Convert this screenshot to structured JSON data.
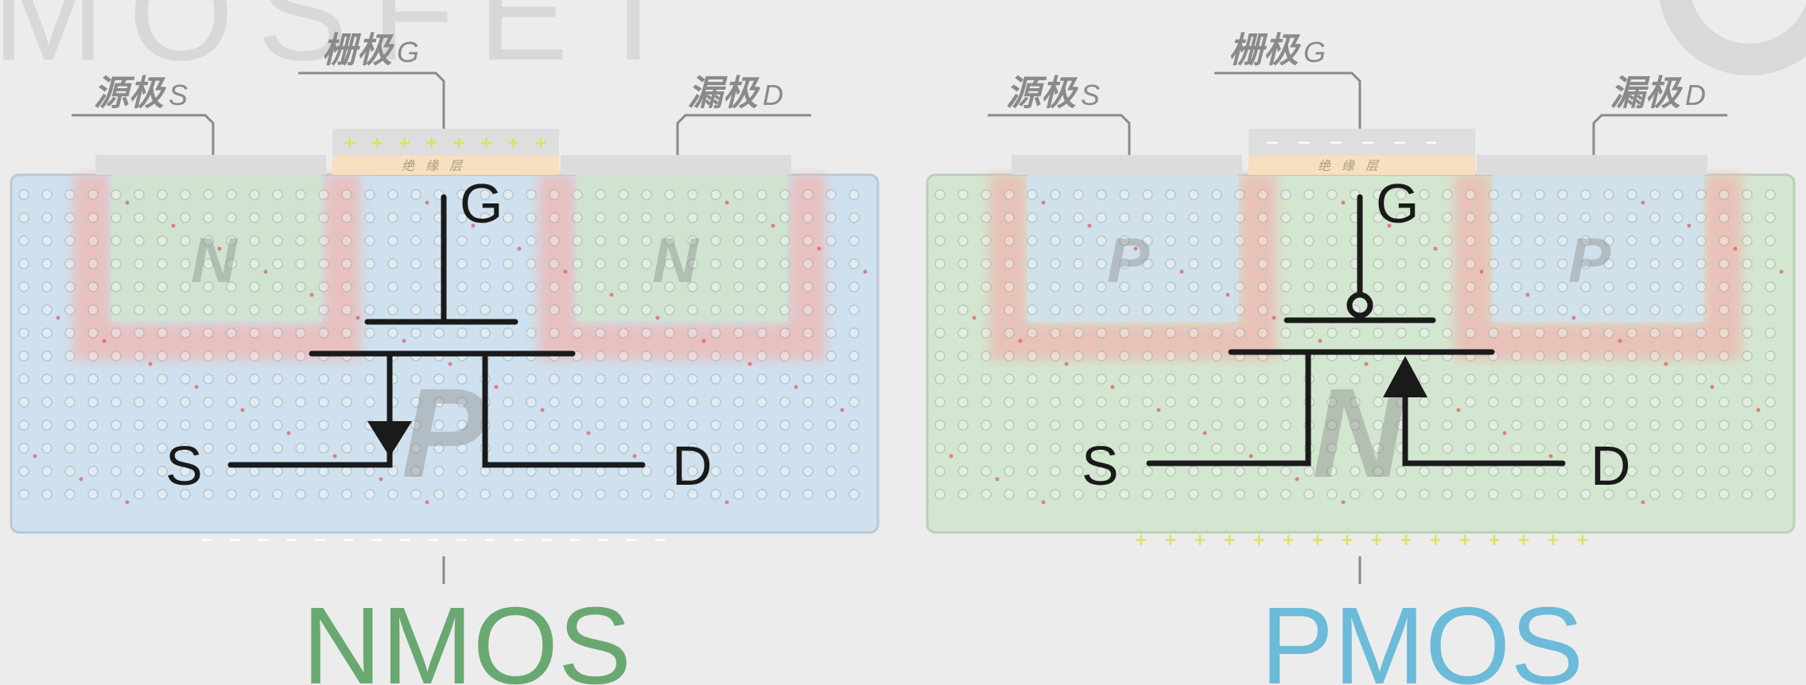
{
  "watermark": "MOSFET",
  "colors": {
    "nmos_title": "#6aa872",
    "pmos_title": "#6bbbd9",
    "n_region": "#cfe3cd",
    "p_region": "#cfe0ee",
    "depletion": "#efb6b0",
    "insulator": "#f8dfc0",
    "symbol": "#1a1a1a"
  },
  "nmos": {
    "title": "NMOS",
    "gate_label": "栅极",
    "gate_letter": "G",
    "source_label": "源极",
    "source_letter": "S",
    "drain_label": "漏极",
    "drain_letter": "D",
    "insulator_text": "绝缘层",
    "region_left": "N",
    "region_right": "N",
    "substrate": "P",
    "gate_sign": "+",
    "body_sign": "−",
    "terminal_g": "G",
    "terminal_s": "S",
    "terminal_d": "D"
  },
  "pmos": {
    "title": "PMOS",
    "gate_label": "栅极",
    "gate_letter": "G",
    "source_label": "源极",
    "source_letter": "S",
    "drain_label": "漏极",
    "drain_letter": "D",
    "insulator_text": "绝缘层",
    "region_left": "P",
    "region_right": "P",
    "substrate": "N",
    "gate_sign": "−",
    "body_sign": "+",
    "terminal_g": "G",
    "terminal_s": "S",
    "terminal_d": "D"
  }
}
